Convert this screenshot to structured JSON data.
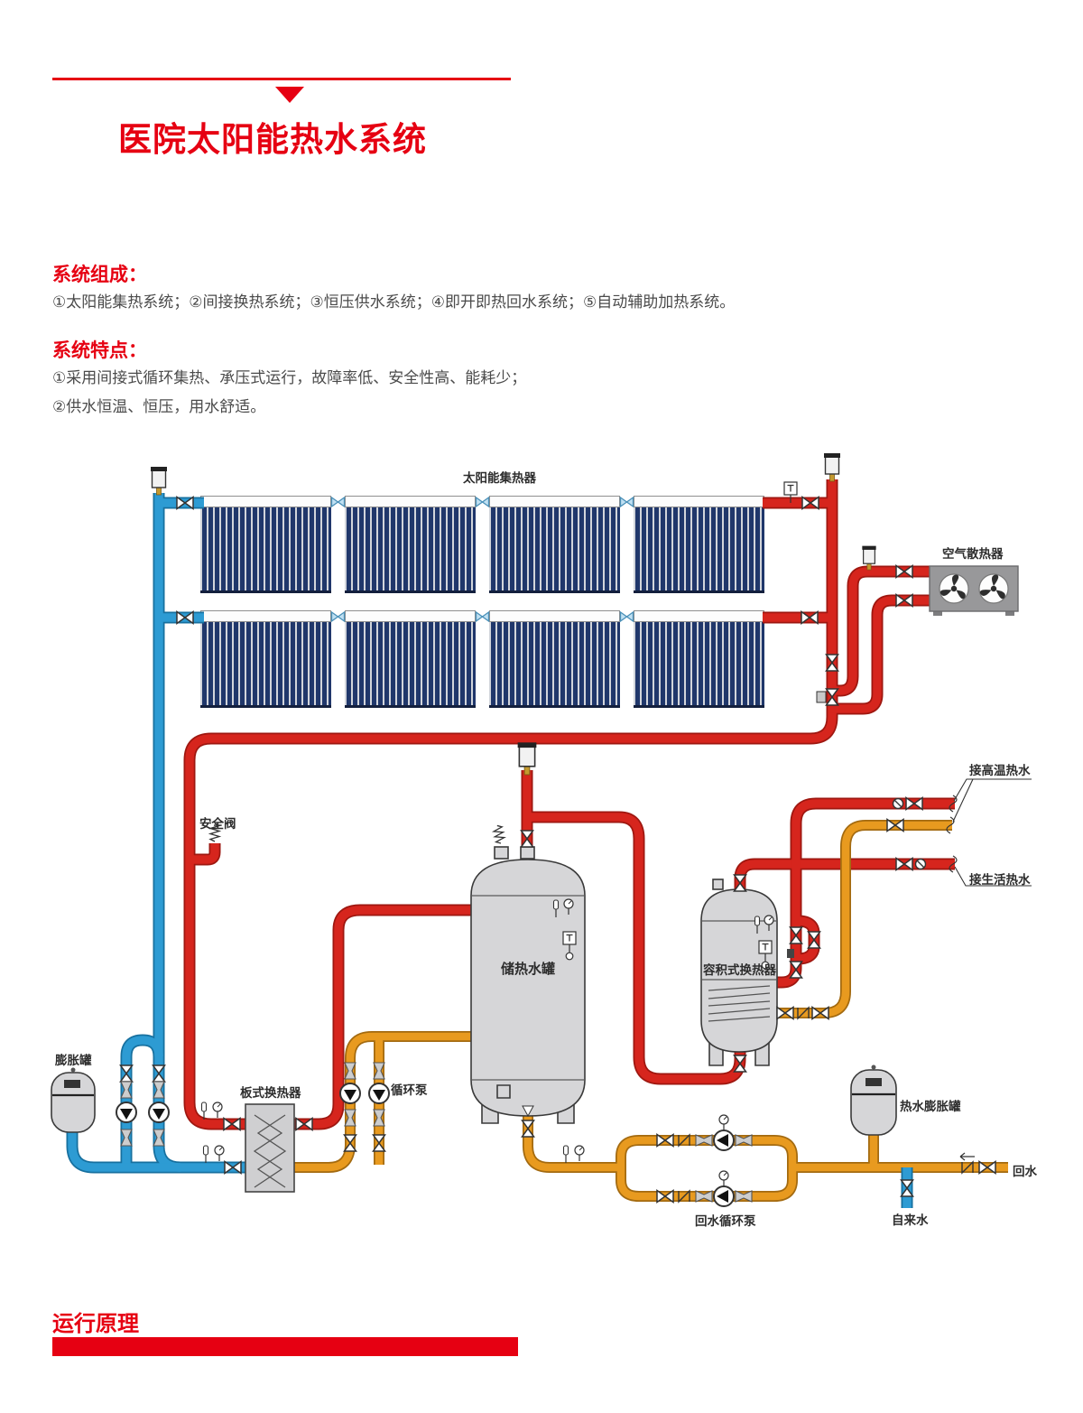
{
  "header": {
    "title": "医院太阳能热水系统"
  },
  "sections": {
    "composition": {
      "heading": "系统组成：",
      "body": "①太阳能集热系统；②间接换热系统；③恒压供水系统；④即开即热回水系统；⑤自动辅助加热系统。"
    },
    "features": {
      "heading": "系统特点：",
      "lines": [
        "①采用间接式循环集热、承压式运行，故障率低、安全性高、能耗少；",
        "②供水恒温、恒压，用水舒适。"
      ]
    }
  },
  "diagram": {
    "labels": {
      "solar_collector": "太阳能集热器",
      "air_radiator": "空气散热器",
      "safety_valve": "安全阀",
      "storage_tank": "储热水罐",
      "volumetric_hx": "容积式换热器",
      "to_high_temp": "接高温热水",
      "to_domestic": "接生活热水",
      "expansion_tank": "膨胀罐",
      "plate_hx": "板式换热器",
      "circ_pump": "循环泵",
      "return_pump": "回水循环泵",
      "tap_water": "自来水",
      "return_water": "回水",
      "hw_expansion_tank": "热水膨胀罐"
    }
  },
  "footer": {
    "heading": "运行原理"
  },
  "colors": {
    "accent_red": "#e60012",
    "pipe_hot": "#d6251d",
    "pipe_warm": "#e89a1f",
    "pipe_cold": "#2d9bd3"
  }
}
